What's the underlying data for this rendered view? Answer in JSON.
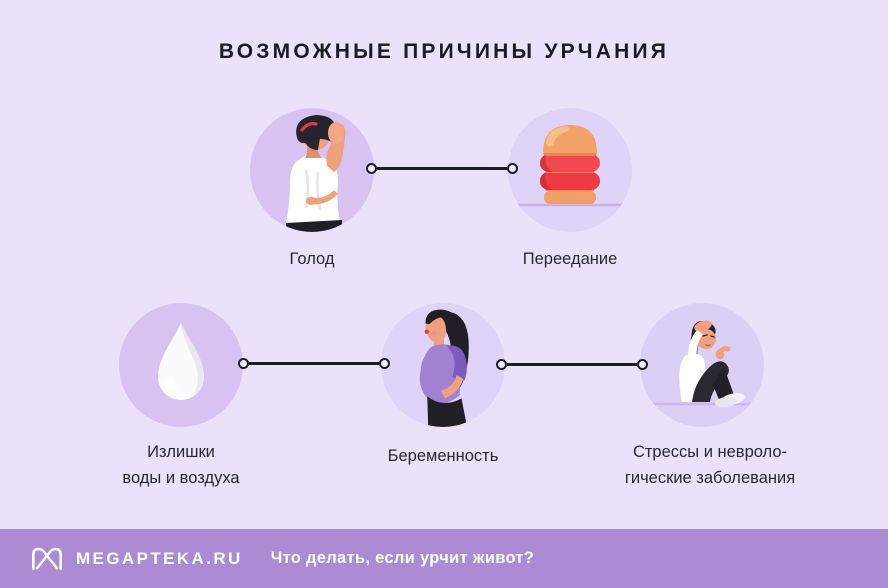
{
  "title": "ВОЗМОЖНЫЕ ПРИЧИНЫ УРЧАНИЯ",
  "items": [
    {
      "label": "Голод",
      "icon": "hungry-person-icon"
    },
    {
      "label": "Переедание",
      "icon": "burger-icon"
    },
    {
      "label_line1": "Излишки",
      "label_line2": "воды и воздуха",
      "icon": "water-drop-icon"
    },
    {
      "label": "Беременность",
      "icon": "pregnant-woman-icon"
    },
    {
      "label_line1": "Стрессы и невроло-",
      "label_line2": "гические заболевания",
      "icon": "stressed-person-icon"
    }
  ],
  "footer": {
    "brand": "MEGAPTEKA.RU",
    "question": "Что делать, если урчит живот?",
    "logo": "megapteka-m-logo"
  },
  "colors": {
    "background": "#ECE1FB",
    "circle_dark": "#D8C2F2",
    "circle_light": "#DFD3F8",
    "footer_bar": "#AC8BD4",
    "ink": "#1C1C22",
    "accent_red": "#E8414B",
    "accent_purple": "#8059BE",
    "skin": "#EFA07E"
  }
}
